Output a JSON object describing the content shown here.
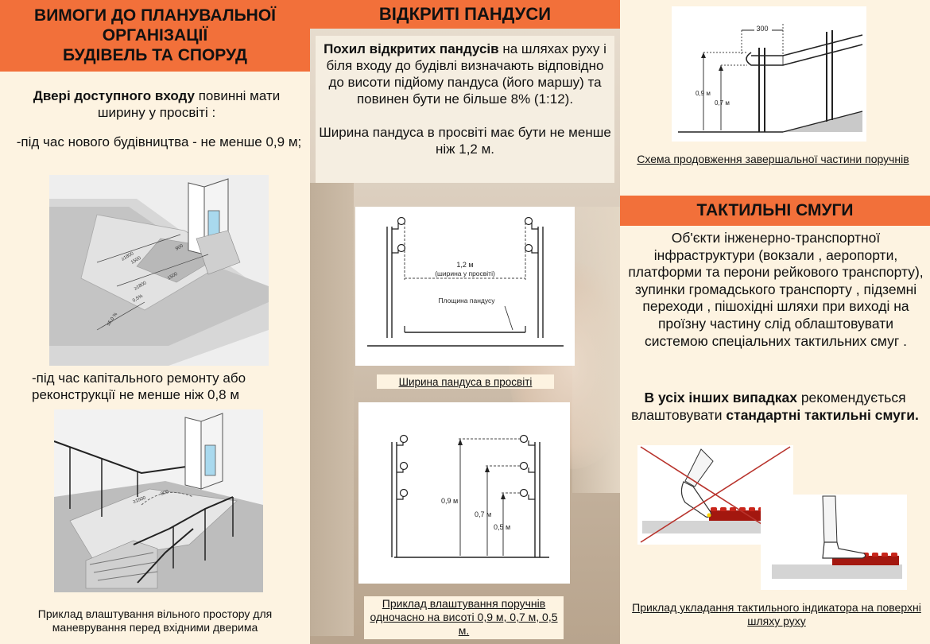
{
  "left": {
    "title_lines": [
      "ВИМОГИ ДО ПЛАНУВАЛЬНОЇ",
      "ОРГАНІЗАЦІЇ",
      "БУДІВЕЛЬ ТА СПОРУД"
    ],
    "door_bold": "Двері доступного входу",
    "door_rest": "повинні мати ширину у просвіті :",
    "bullet1": "-під час нового будівництва - не менше 0,9 м;",
    "bullet2": "-під час капітального ремонту або реконструкції не менше ніж 0,8 м",
    "fig1_labels": [
      "≥1800",
      "1500",
      "900",
      "≥1800",
      "1500",
      "0,5%",
      "≤5,0 %"
    ],
    "fig2_labels": [
      "≥1500",
      "800"
    ],
    "caption": "Приклад влаштування вільного простору для маневрування перед вхідними дверима"
  },
  "middle": {
    "title": "ВІДКРИТІ ПАНДУСИ",
    "slope_bold": "Похил відкритих пандусів",
    "slope_rest": "на шляхах руху і біля входу до будівлі визначають відповідно до висоти підйому пандуса (його маршу) та повинен бути не більше 8% (1:12).",
    "width_text": "Ширина пандуса в просвіті має бути не менше ніж 1,2 м.",
    "diagram1": {
      "width_label": "1,2 м",
      "width_sub": "(ширина у просвіті)",
      "surface_label": "Площина пандусу"
    },
    "caption1": "Ширина пандуса в просвіті",
    "diagram2": {
      "h1": "0,9 м",
      "h2": "0,7 м",
      "h3": "0,5 м"
    },
    "caption2": "Приклад влаштування поручнів одночасно на висоті 0,9 м, 0,7 м, 0,5 м."
  },
  "right": {
    "diagram": {
      "extension": "300",
      "h1": "0,9 м",
      "h2": "0,7 м"
    },
    "caption1": "Схема продовження завершальної частини поручнів",
    "title": "ТАКТИЛЬНІ СМУГИ",
    "objects_text": "Об'єкти інженерно-транспортної інфраструктури (вокзали , аеропорти, платформи та перони рейкового транспорту), зупинки громадського транспорту , підземні переходи , пішохідні шляхи при виході на проїзну частину слід облаштовувати системою спеціальних тактильних смуг .",
    "other_bold": "В усіх інших випадках",
    "other_rest": "рекомендується влаштовувати",
    "other_bold2": "стандартні тактильні смуги.",
    "caption2": "Приклад укладання тактильного індикатора на поверхні шляху руху"
  },
  "colors": {
    "accent": "#f2703a",
    "background": "#fdf3e1",
    "tactile": "#a3170f"
  }
}
